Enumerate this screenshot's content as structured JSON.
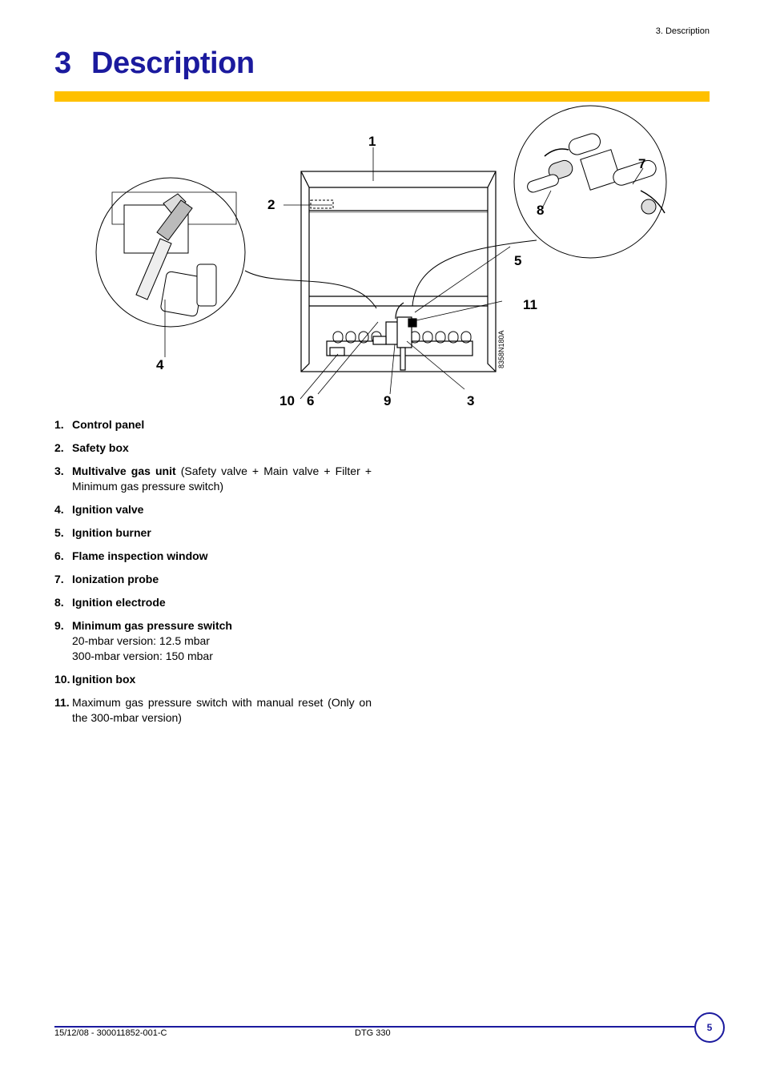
{
  "header": {
    "section": "3. Description"
  },
  "chapter": {
    "number": "3",
    "title": "Description"
  },
  "figure": {
    "ref": "8358N180A",
    "callouts": [
      "1",
      "2",
      "3",
      "4",
      "5",
      "6",
      "7",
      "8",
      "9",
      "10",
      "11"
    ]
  },
  "legend": [
    {
      "num": "1.",
      "term": "Control panel"
    },
    {
      "num": "2.",
      "term": "Safety box"
    },
    {
      "num": "3.",
      "term": "Multivalve gas unit",
      "desc": "(Safety valve + Main valve + Filter + Minimum gas pressure switch)"
    },
    {
      "num": "4.",
      "term": "Ignition valve"
    },
    {
      "num": "5.",
      "term": "Ignition burner"
    },
    {
      "num": "6.",
      "term": "Flame inspection window"
    },
    {
      "num": "7.",
      "term": "Ionization probe"
    },
    {
      "num": "8.",
      "term": "Ignition electrode"
    },
    {
      "num": "9.",
      "term": "Minimum gas pressure switch",
      "lines": [
        "20-mbar version: 12.5 mbar",
        "300-mbar version: 150 mbar"
      ]
    },
    {
      "num": "10.",
      "term": "Ignition box"
    },
    {
      "num": "11.",
      "desc": "Maximum gas pressure switch with manual reset (Only on the 300-mbar version)"
    }
  ],
  "footer": {
    "doc_ref": "15/12/08 - 300011852-001-C",
    "model": "DTG 330",
    "page": "5"
  },
  "colors": {
    "title_blue": "#1b1a9e",
    "bar_yellow": "#ffc000"
  }
}
